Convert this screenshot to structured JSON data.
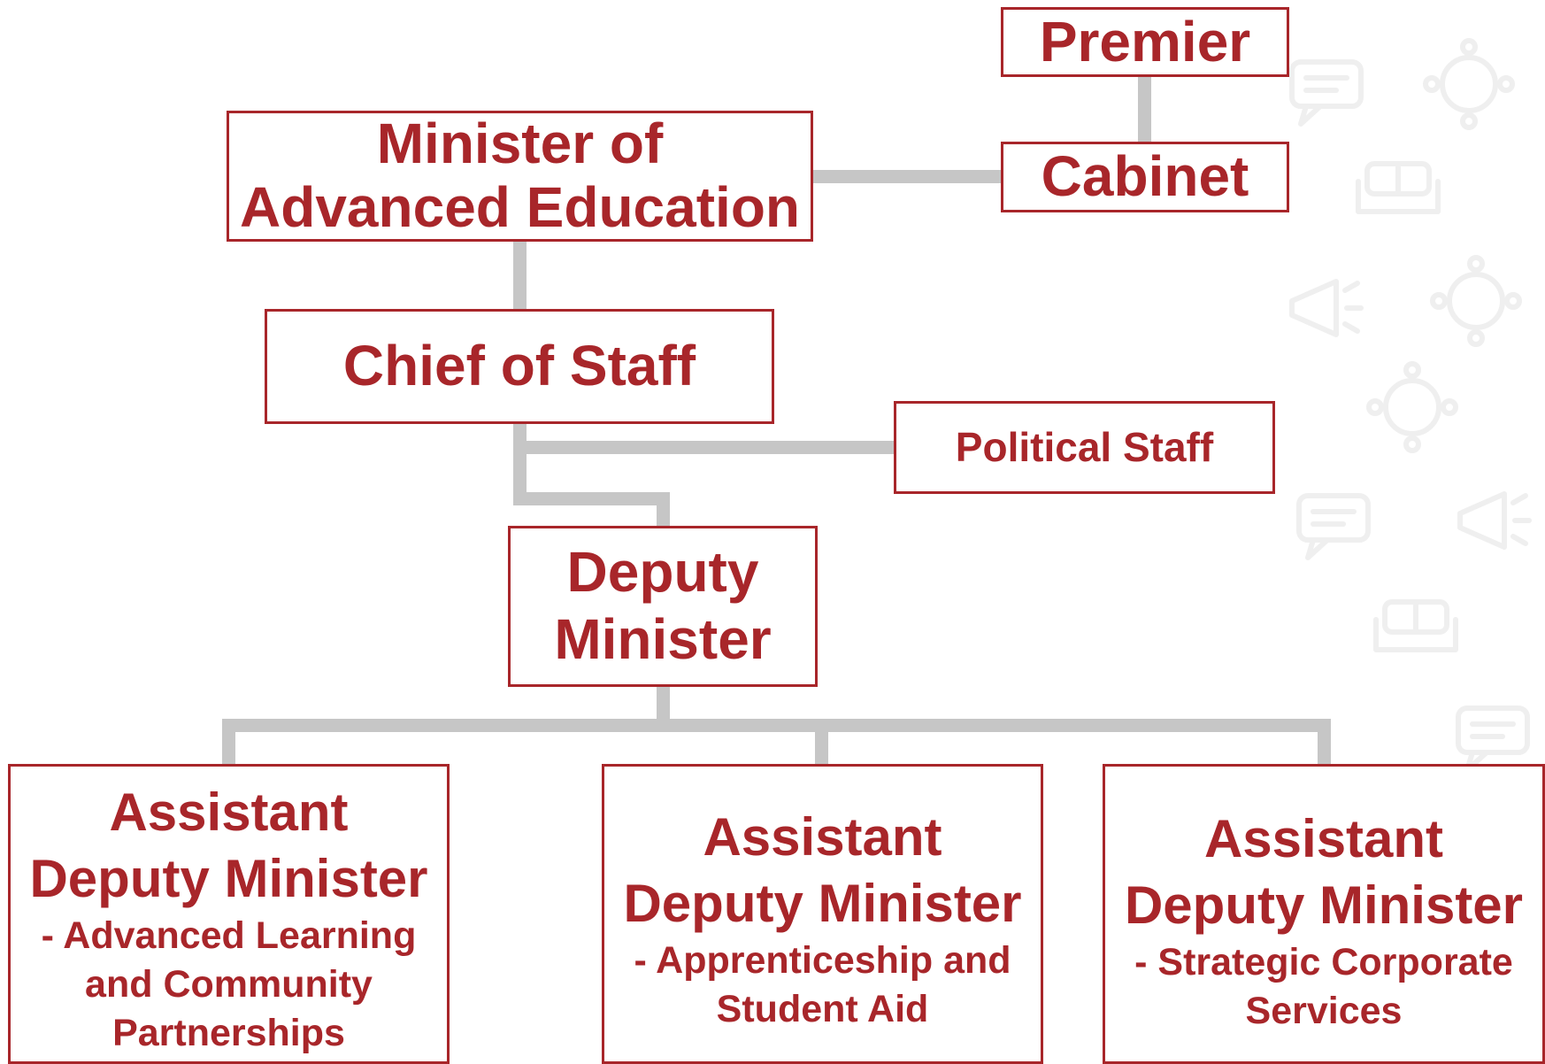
{
  "colors": {
    "accent": "#a8262a",
    "connector": "#c6c6c6"
  },
  "nodes": {
    "premier": "Premier",
    "cabinet": "Cabinet",
    "minister": "Minister of Advanced Education",
    "chief_of_staff": "Chief of Staff",
    "political_staff": "Political Staff",
    "deputy_minister": "Deputy Minister",
    "adm_1": {
      "title": "Assistant Deputy Minister",
      "division": "- Advanced Learning and Community Partnerships"
    },
    "adm_2": {
      "title": "Assistant Deputy Minister",
      "division": "- Apprenticeship and Student Aid"
    },
    "adm_3": {
      "title": "Assistant Deputy Minister",
      "division": "- Strategic Corporate Services"
    }
  },
  "edges": [
    [
      "premier",
      "cabinet"
    ],
    [
      "cabinet",
      "minister"
    ],
    [
      "minister",
      "chief_of_staff"
    ],
    [
      "chief_of_staff",
      "political_staff"
    ],
    [
      "chief_of_staff",
      "deputy_minister"
    ],
    [
      "deputy_minister",
      "adm_1"
    ],
    [
      "deputy_minister",
      "adm_2"
    ],
    [
      "deputy_minister",
      "adm_3"
    ]
  ],
  "background_icons": [
    "chat-bubble-icon",
    "meeting-table-icon",
    "sofa-icon",
    "megaphone-icon"
  ]
}
